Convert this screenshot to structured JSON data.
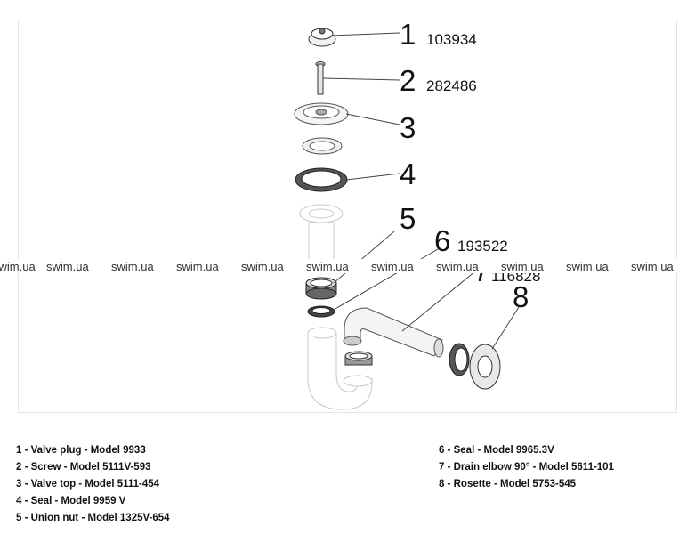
{
  "watermark": "swim.ua",
  "parts": [
    {
      "number": "1",
      "code": "103934"
    },
    {
      "number": "2",
      "code": "282486"
    },
    {
      "number": "3",
      "code": ""
    },
    {
      "number": "4",
      "code": ""
    },
    {
      "number": "5",
      "code": ""
    },
    {
      "number": "6",
      "code": "193522"
    },
    {
      "number": "7",
      "code": "116828"
    },
    {
      "number": "8",
      "code": ""
    }
  ],
  "legend": [
    "1 - Valve plug - Model 9933",
    "2 - Screw - Model 5111V-593",
    "3 - Valve top - Model 5111-454",
    "4 - Seal - Model 9959 V",
    "5 - Union nut - Model 1325V-654",
    "6 - Seal - Model 9965.3V",
    "7 - Drain elbow 90° - Model 5611-101",
    "8 - Rosette - Model 5753-545"
  ]
}
